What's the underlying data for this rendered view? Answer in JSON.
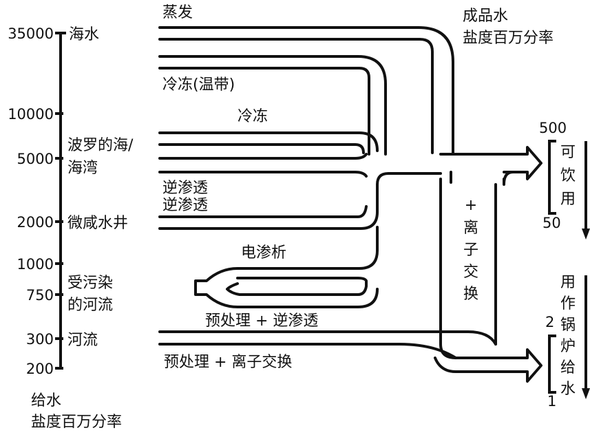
{
  "feed_axis": {
    "title_line1": "给水",
    "title_line2": "盐度百万分率",
    "ticks": [
      "35000",
      "10000",
      "5000",
      "2000",
      "1000",
      "750",
      "300",
      "200"
    ]
  },
  "sources": {
    "seawater": "海水",
    "baltic_line1": "波罗的海/",
    "baltic_line2": "海湾",
    "brackish_well": "微咸水井",
    "polluted_line1": "受污染",
    "polluted_line2": "的河流",
    "river": "河流"
  },
  "processes": {
    "evaporation": "蒸发",
    "freezing_temperate": "冷冻(温带)",
    "freezing": "冷冻",
    "reverse_osmosis_1": "逆渗透",
    "reverse_osmosis_2": "逆渗透",
    "electrodialysis": "电渗析",
    "pretreat_ro": "预处理 + 逆渗透",
    "pretreat_ix": "预处理 + 离子交换",
    "ion_exchange_plus": "+",
    "ion_exchange_chars": [
      "离",
      "子",
      "交",
      "换"
    ]
  },
  "product_axis": {
    "title_line1": "成品水",
    "title_line2": "盐度百万分率",
    "potable_top": "500",
    "potable_bottom": "50",
    "potable_chars": [
      "可",
      "饮",
      "用"
    ],
    "boiler_top": "2",
    "boiler_bottom": "1",
    "boiler_chars": [
      "用",
      "作",
      "锅",
      "炉",
      "给",
      "水"
    ]
  }
}
